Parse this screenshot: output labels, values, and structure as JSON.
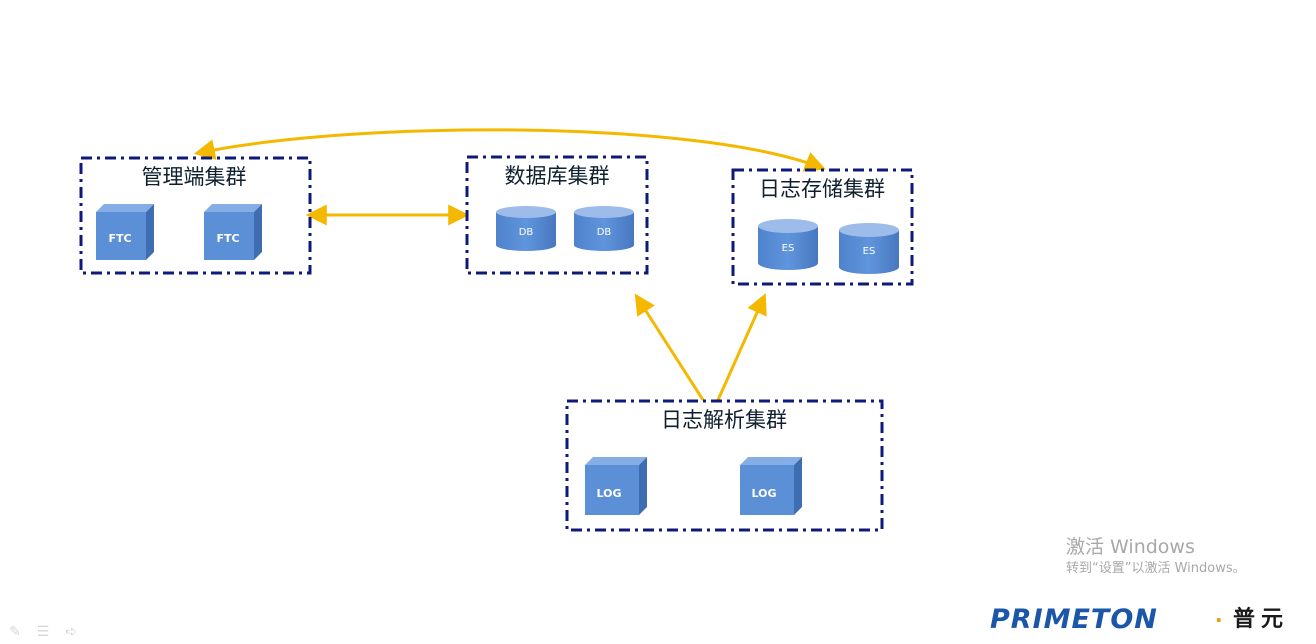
{
  "clusters": {
    "management": {
      "title": "管理端集群",
      "nodes": [
        "FTC",
        "FTC"
      ]
    },
    "database": {
      "title": "数据库集群",
      "nodes": [
        "DB",
        "DB"
      ]
    },
    "log_storage": {
      "title": "日志存储集群",
      "nodes": [
        "ES",
        "ES"
      ]
    },
    "log_parse": {
      "title": "日志解析集群",
      "nodes": [
        "LOG",
        "LOG"
      ]
    }
  },
  "colors": {
    "cluster_border": "#0d1a7a",
    "node_fill": "#5b8fd6",
    "node_side": "#3f6db2",
    "node_top": "#86aee6",
    "connector": "#f5b800"
  },
  "watermark": {
    "line1": "激活 Windows",
    "line2": "转到“设置”以激活 Windows。"
  },
  "logo": {
    "wordmark": "PRIMETON",
    "separator": "·",
    "chinese": "普元"
  },
  "toolbar_icons": [
    "pen-icon",
    "menu-icon",
    "pointer-icon"
  ]
}
